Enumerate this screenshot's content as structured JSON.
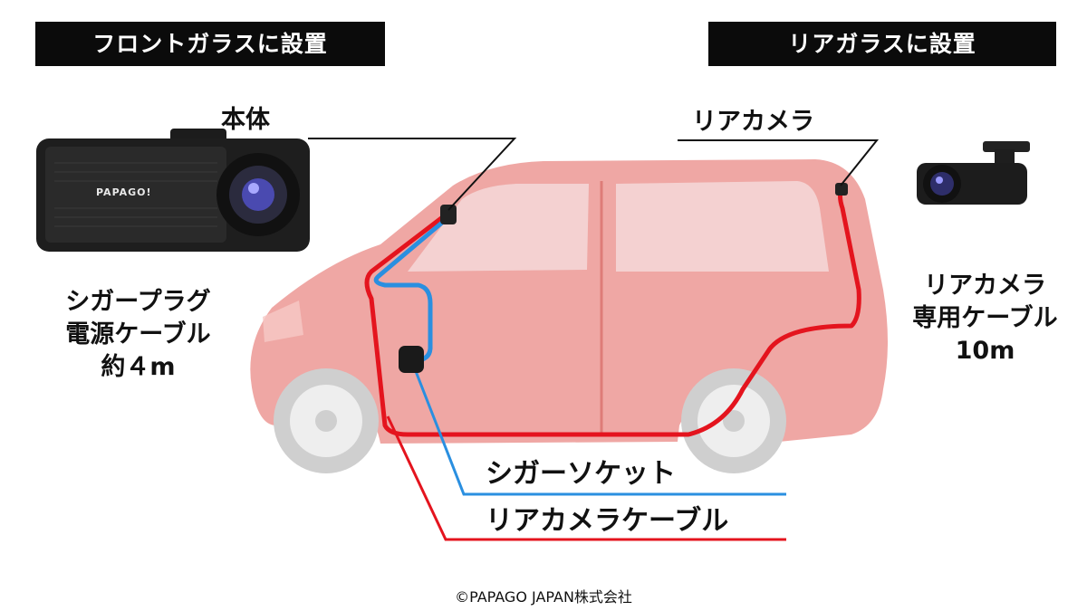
{
  "banners": {
    "front": "フロントガラスに設置",
    "rear": "リアガラスに設置"
  },
  "labels": {
    "main_unit": "本体",
    "rear_camera": "リアカメラ",
    "device_brand": "PAPAGO!"
  },
  "cigarette_cable": {
    "line1": "シガープラグ",
    "line2": "電源ケーブル",
    "line3": "約４m"
  },
  "rear_camera_cable": {
    "line1": "リアカメラ",
    "line2": "専用ケーブル",
    "line3": "10m"
  },
  "callouts": {
    "socket": "シガーソケット",
    "rear_cable": "リアカメラケーブル"
  },
  "copyright": "©PAPAGO JAPAN株式会社",
  "colors": {
    "banner_bg": "#0b0b0b",
    "car_body": "#ea8a86",
    "rear_cable_line": "#e4141e",
    "cigarette_cable_line": "#2a8fe0"
  }
}
